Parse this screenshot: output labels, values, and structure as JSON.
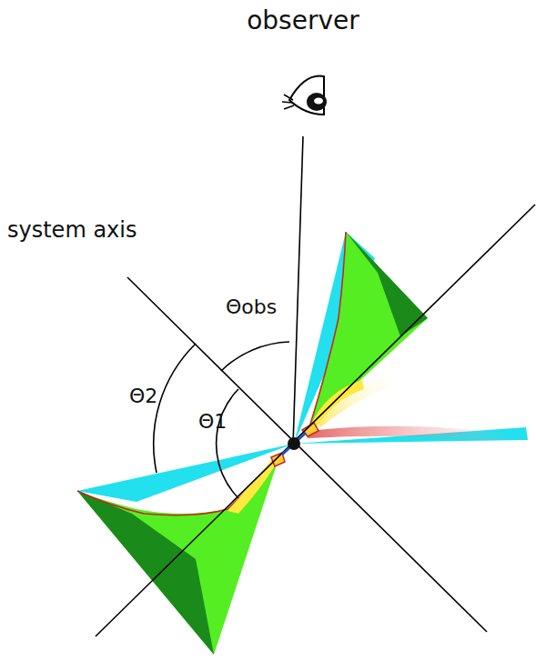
{
  "diagram": {
    "labels": [
      "observer",
      "system axis",
      "Θobs",
      "Θ2",
      "Θ1"
    ]
  }
}
